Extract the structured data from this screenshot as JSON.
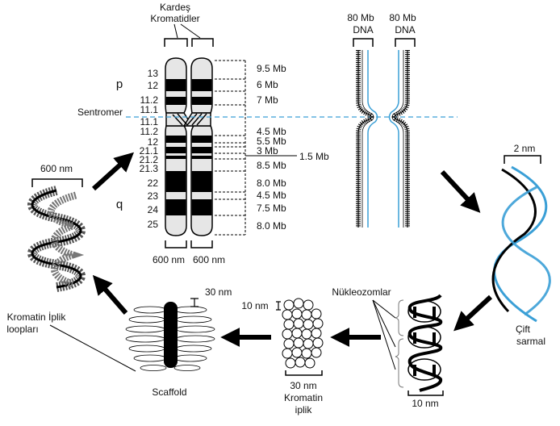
{
  "labels": {
    "sister_chromatids_line1": "Kardeş",
    "sister_chromatids_line2": "Kromatidler",
    "dna_left_line1": "80 Mb",
    "dna_left_line2": "DNA",
    "dna_right_line1": "80 Mb",
    "dna_right_line2": "DNA",
    "centromere": "Sentromer",
    "arm_p": "p",
    "arm_q": "q",
    "width_600_left": "600 nm",
    "width_600_right": "600 nm",
    "helix_width": "2 nm",
    "double_helix_line1": "Çift",
    "double_helix_line2": "sarmal",
    "nucleosomes": "Nükleozomlar",
    "nucleosome_width": "10 nm",
    "fiber_10nm": "10 nm",
    "fiber_30nm_line1": "30 nm",
    "fiber_30nm_line2": "Kromatin",
    "fiber_30nm_line3": "iplik",
    "scaffold_30nm": "30 nm",
    "scaffold": "Scaffold",
    "loops_line1": "Kromatin İplik",
    "loops_line2": "loopları",
    "loops_width": "600 nm"
  },
  "bands": [
    "13",
    "12",
    "11.2",
    "11.1",
    "11.1",
    "11.2",
    "12",
    "21.1",
    "21.2",
    "21.3",
    "22",
    "23",
    "24",
    "25"
  ],
  "megabases": [
    "9.5 Mb",
    "6 Mb",
    "7 Mb",
    "4.5 Mb",
    "5.5 Mb",
    "3 Mb",
    "1.5 Mb",
    "8.5 Mb",
    "8.0 Mb",
    "4.5 Mb",
    "7.5 Mb",
    "8.0 Mb"
  ],
  "colors": {
    "dna_blue": "#3a9fd6",
    "line": "#000000"
  }
}
